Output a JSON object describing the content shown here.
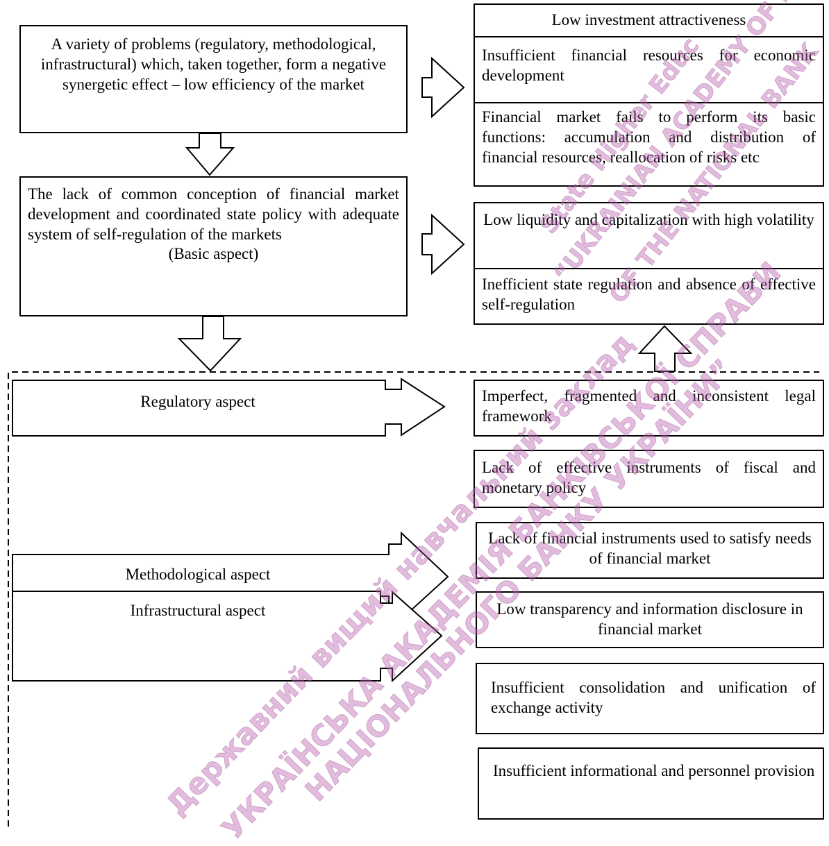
{
  "left_column": {
    "problems_box": "A variety of problems (regulatory, methodological, infrastructural) which, taken together, form a negative synergetic effect – low efficiency of the market",
    "conception_box": "The lack of common conception of financial market development and coordinated state policy with adequate system of self-regulation of the markets",
    "conception_box_note": "(Basic aspect)"
  },
  "aspects": {
    "regulatory": "Regulatory aspect",
    "methodological": "Methodological aspect",
    "infrastructural": "Infrastructural aspect"
  },
  "right_column": {
    "effects_top": [
      "Low investment attractiveness",
      "Insufficient financial resources for economic development",
      "Financial market fails to perform its basic functions: accumulation and distribution of financial resources, reallocation of risks etc"
    ],
    "effects_middle": [
      "Low liquidity and capitalization with high volatility",
      "Inefficient state regulation and absence of effective self-regulation"
    ],
    "regulatory_items": [
      "Imperfect, fragmented and inconsistent legal framework",
      "Lack of effective instruments of fiscal and monetary policy"
    ],
    "methodological_items": [
      "Lack of financial instruments used to satisfy needs of financial market",
      "Low transparency and information disclosure in financial market"
    ],
    "infrastructural_items": [
      "Insufficient consolidation and unification of exchange activity",
      "Insufficient informational and personnel provision"
    ]
  },
  "watermark": {
    "lines": [
      "State Higher Educ",
      "“UKRAINIAN ACADEMY OF BANKING",
      "OF THE NATIONAL BANK",
      "Державний вищий навчальний заклад",
      "УКРАЇНСЬКА АКАДЕМІЯ БАНКІВСЬКОЇ СПРАВИ",
      "НАЦІОНАЛЬНОГО БАНКУ УКРАЇНИ”"
    ],
    "color": "#b95faf"
  }
}
